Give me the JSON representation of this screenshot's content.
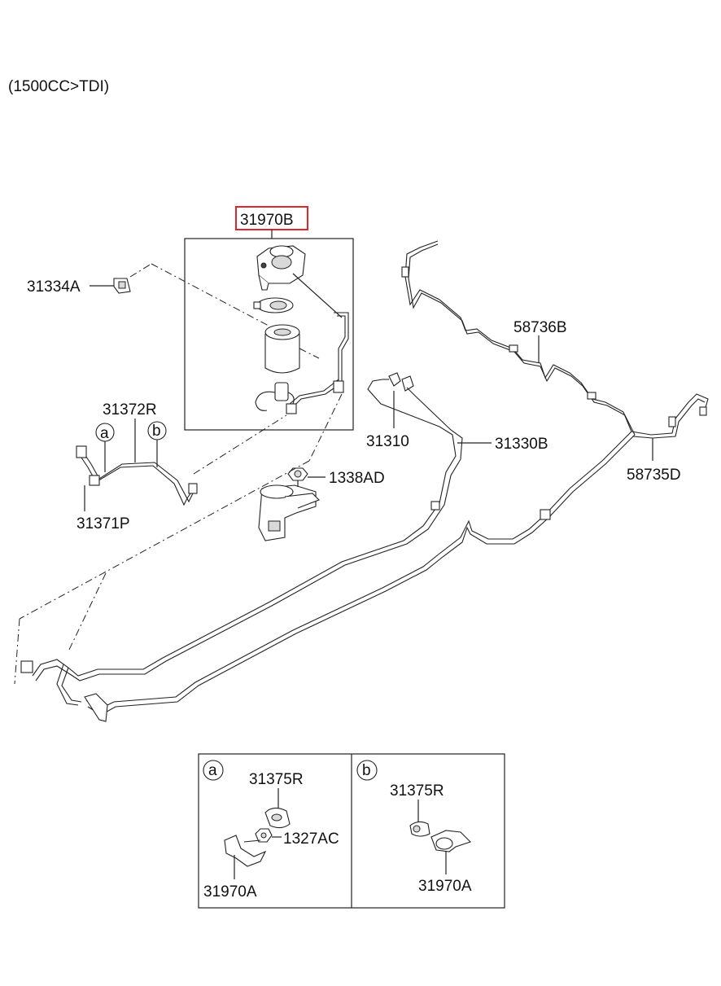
{
  "condition": "(1500CC>TDI)",
  "highlight_color": "#e0262b",
  "callouts": {
    "c31970B": "31970B",
    "c31334A": "31334A",
    "c31372R": "31372R",
    "c31371P": "31371P",
    "c58736B": "58736B",
    "c31310": "31310",
    "c31330B": "31330B",
    "c1338AD": "1338AD",
    "c58735D": "58735D"
  },
  "markers": {
    "a": "a",
    "b": "b"
  },
  "detail_a": {
    "marker": "a",
    "l1": "31375R",
    "l2": "1327AC",
    "l3": "31970A"
  },
  "detail_b": {
    "marker": "b",
    "l1": "31375R",
    "l2": "31970A"
  }
}
